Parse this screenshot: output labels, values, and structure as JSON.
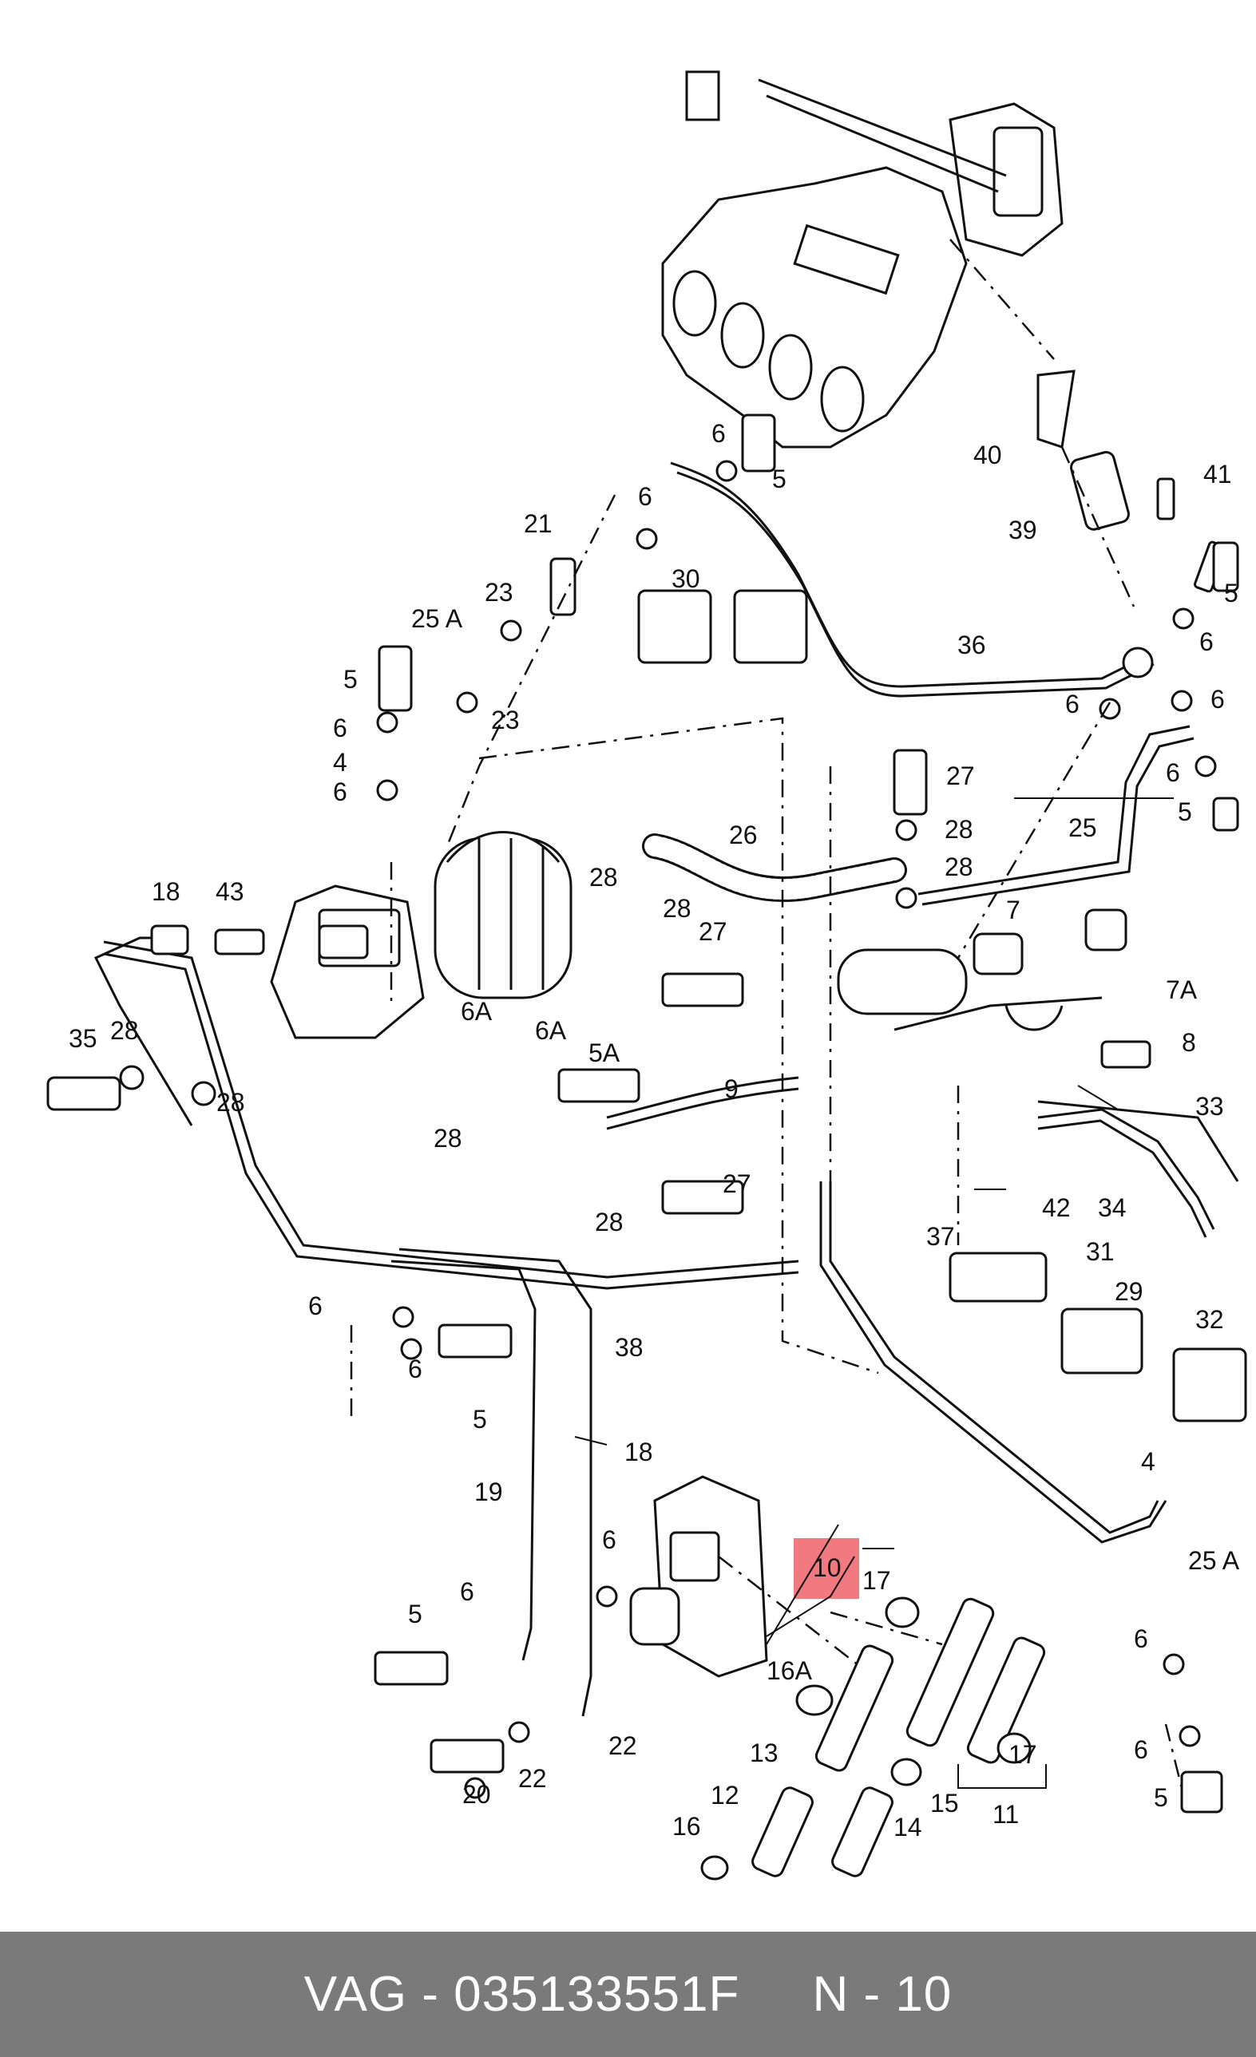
{
  "diagram": {
    "highlight_color": "#f07a80",
    "labels": {
      "l_6_a": "6",
      "l_5_a": "5",
      "l_40": "40",
      "l_41": "41",
      "l_39": "39",
      "l_5_b": "5",
      "l_6_b": "6",
      "l_21": "21",
      "l_30": "30",
      "l_36": "36",
      "l_6_c": "6",
      "l_23_a": "23",
      "l_25a_a": "25 A",
      "l_5_c": "5",
      "l_23_b": "23",
      "l_6_d": "6",
      "l_6_e": "6",
      "l_6_f": "6",
      "l_6_g": "6",
      "l_4_a": "4",
      "l_6_h": "6",
      "l_27_a": "27",
      "l_5_d": "5",
      "l_28_a": "28",
      "l_26": "26",
      "l_25_a": "25",
      "l_28_b": "28",
      "l_18_a": "18",
      "l_43": "43",
      "l_28_c": "28",
      "l_28_d": "28",
      "l_27_b": "27",
      "l_7": "7",
      "l_7a": "7A",
      "l_35": "35",
      "l_28_e": "28",
      "l_28_f": "28",
      "l_6a_a": "6A",
      "l_6a_b": "6A",
      "l_5a": "5A",
      "l_9": "9",
      "l_8": "8",
      "l_28_g": "28",
      "l_33": "33",
      "l_27_c": "27",
      "l_28_h": "28",
      "l_42": "42",
      "l_34": "34",
      "l_37": "37",
      "l_31": "31",
      "l_29": "29",
      "l_6_i": "6",
      "l_38": "38",
      "l_32": "32",
      "l_6_j": "6",
      "l_5_e": "5",
      "l_18_b": "18",
      "l_4_b": "4",
      "l_19": "19",
      "l_10": "10",
      "l_17_a": "17",
      "l_25a_b": "25 A",
      "l_6_k": "6",
      "l_5_f": "5",
      "l_6_l": "6",
      "l_16a": "16A",
      "l_6_m": "6",
      "l_22_a": "22",
      "l_13": "13",
      "l_12": "12",
      "l_22_b": "22",
      "l_20": "20",
      "l_16": "16",
      "l_15": "15",
      "l_17_b": "17",
      "l_14": "14",
      "l_11": "11",
      "l_6_n": "6",
      "l_5_g": "5"
    }
  },
  "footer": {
    "text": "VAG - 035133551F     N - 10",
    "background": "#7a7a7a",
    "text_color": "#ffffff"
  }
}
